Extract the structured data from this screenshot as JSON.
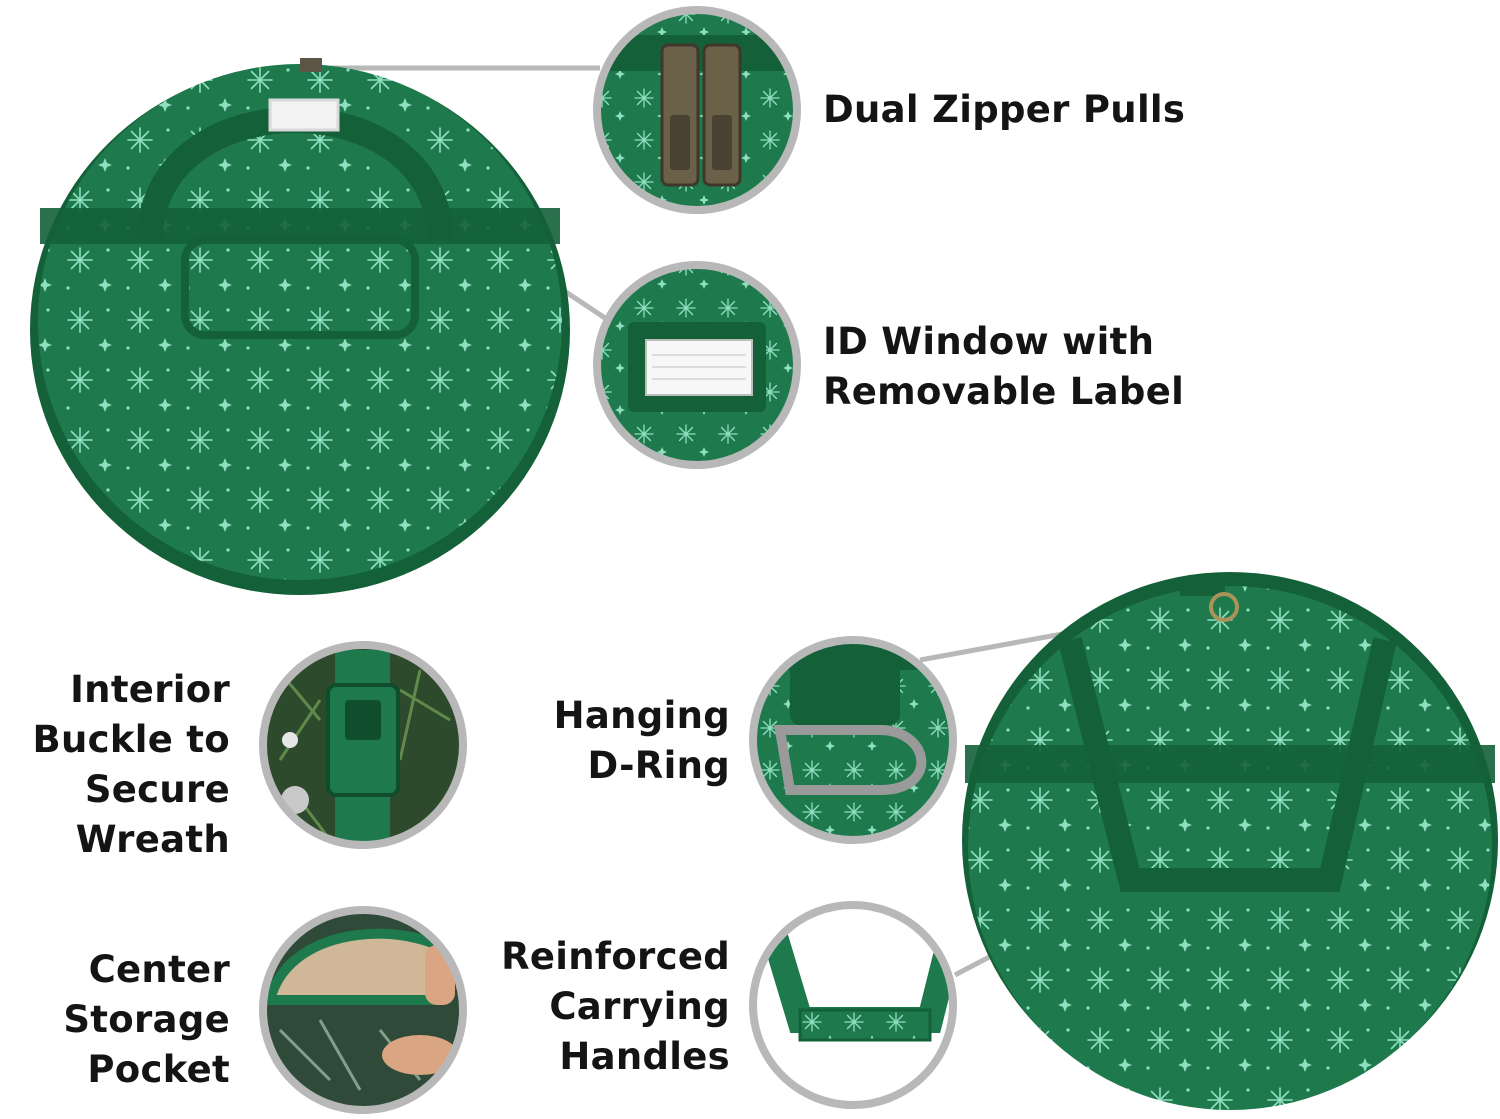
{
  "colors": {
    "bag_green": "#1e7a4c",
    "bag_dark": "#146038",
    "snowflake": "#8fe0c0",
    "ring_gray": "#b8b8b8",
    "text": "#141414"
  },
  "callouts": {
    "zipper": {
      "lines": [
        "Dual Zipper Pulls"
      ]
    },
    "id_window": {
      "lines": [
        "ID Window with",
        "Removable Label"
      ]
    },
    "buckle": {
      "lines": [
        "Interior",
        "Buckle to",
        "Secure",
        "Wreath"
      ]
    },
    "d_ring": {
      "lines": [
        "Hanging",
        "D-Ring"
      ]
    },
    "pocket": {
      "lines": [
        "Center",
        "Storage",
        "Pocket"
      ]
    },
    "handles": {
      "lines": [
        "Reinforced",
        "Carrying",
        "Handles"
      ]
    }
  },
  "icons": [
    "zipper-pull-icon",
    "id-window-icon",
    "buckle-icon",
    "d-ring-icon",
    "pocket-icon",
    "handle-icon"
  ]
}
